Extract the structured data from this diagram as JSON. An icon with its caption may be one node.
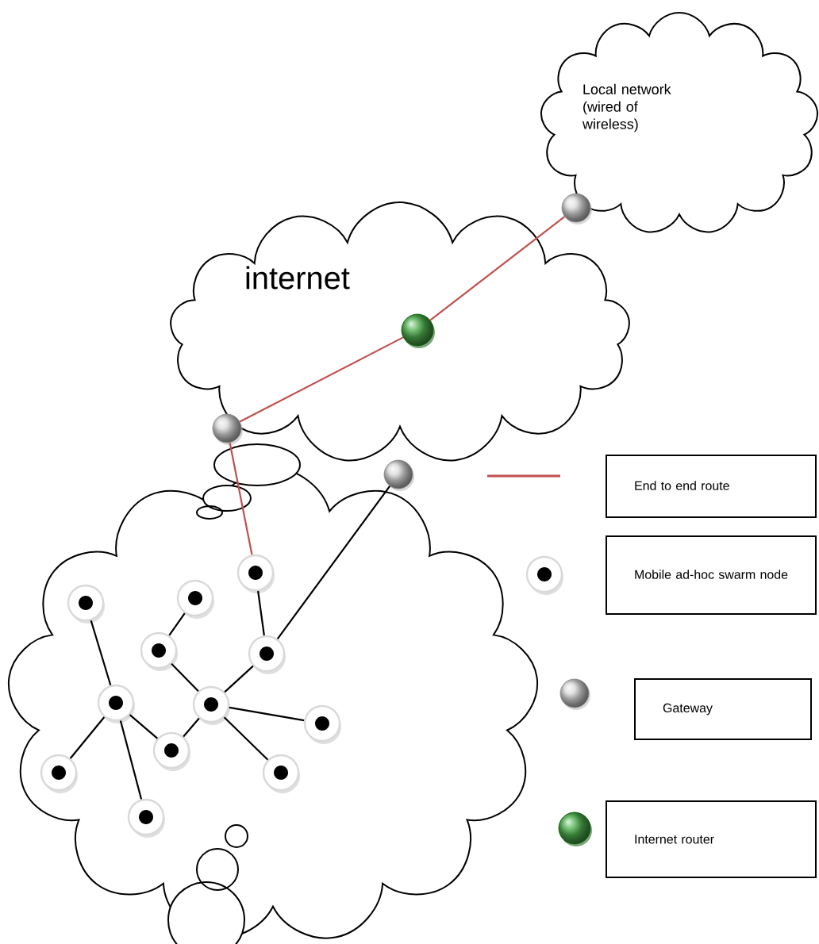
{
  "diagram": {
    "nodes": [
      {
        "text": [
          "Local network (wired of wireless)"
        ]
      },
      {
        "text": [
          "internet"
        ]
      },
      {
        "text": [],
        "shape": "circle",
        "in": 1
      },
      {
        "text": [],
        "shape": "circle"
      },
      {
        "text": [],
        "shape": "circle"
      },
      {
        "text": [],
        "shape": "circle"
      },
      {
        "text": [],
        "shape": "cloud"
      },
      {
        "text": [],
        "shape": "circle",
        "in": 6
      },
      {
        "text": [],
        "shape": "circle",
        "in": 6
      },
      {
        "text": [],
        "shape": "circle",
        "in": 6
      },
      {
        "text": [],
        "shape": "circle",
        "in": 6
      },
      {
        "text": [],
        "shape": "circle",
        "in": 6
      },
      {
        "text": [],
        "shape": "circle",
        "in": 6
      },
      {
        "text": [],
        "shape": "circle",
        "in": 6
      },
      {
        "text": [],
        "shape": "circle",
        "in": 6
      },
      {
        "text": [],
        "shape": "circle",
        "in": 6
      },
      {
        "text": [],
        "shape": "circle",
        "in": 6
      },
      {
        "text": [],
        "shape": "circle",
        "in": 6
      },
      {
        "text": [],
        "shape": "circle",
        "in": 6
      }
    ],
    "edges": [
      {
        "from": 3,
        "to": 2,
        "arrow": "none",
        "color": "#c0504d"
      },
      {
        "from": 2,
        "to": 4,
        "arrow": "none",
        "color": "#c0504d"
      },
      {
        "from": 4,
        "to": 7,
        "arrow": "none",
        "color": "#c0504d"
      },
      {
        "from": 5,
        "to": 11,
        "arrow": "none"
      },
      {
        "from": 7,
        "to": 11,
        "arrow": "none"
      },
      {
        "from": 8,
        "to": 12,
        "arrow": "none"
      },
      {
        "from": 9,
        "to": 10,
        "arrow": "none"
      },
      {
        "from": 10,
        "to": 13,
        "arrow": "none"
      },
      {
        "from": 13,
        "to": 11,
        "arrow": "none"
      },
      {
        "from": 13,
        "to": 14,
        "arrow": "none"
      },
      {
        "from": 13,
        "to": 15,
        "arrow": "none"
      },
      {
        "from": 13,
        "to": 17,
        "arrow": "none"
      },
      {
        "from": 12,
        "to": 15,
        "arrow": "none"
      },
      {
        "from": 12,
        "to": 16,
        "arrow": "none"
      },
      {
        "from": 12,
        "to": 18,
        "arrow": "none"
      }
    ],
    "legend": [
      {
        "text": "End to end route"
      },
      {
        "text": "Mobile ad-hoc swarm node"
      },
      {
        "text": "Gateway"
      },
      {
        "text": "Internet router"
      }
    ]
  }
}
